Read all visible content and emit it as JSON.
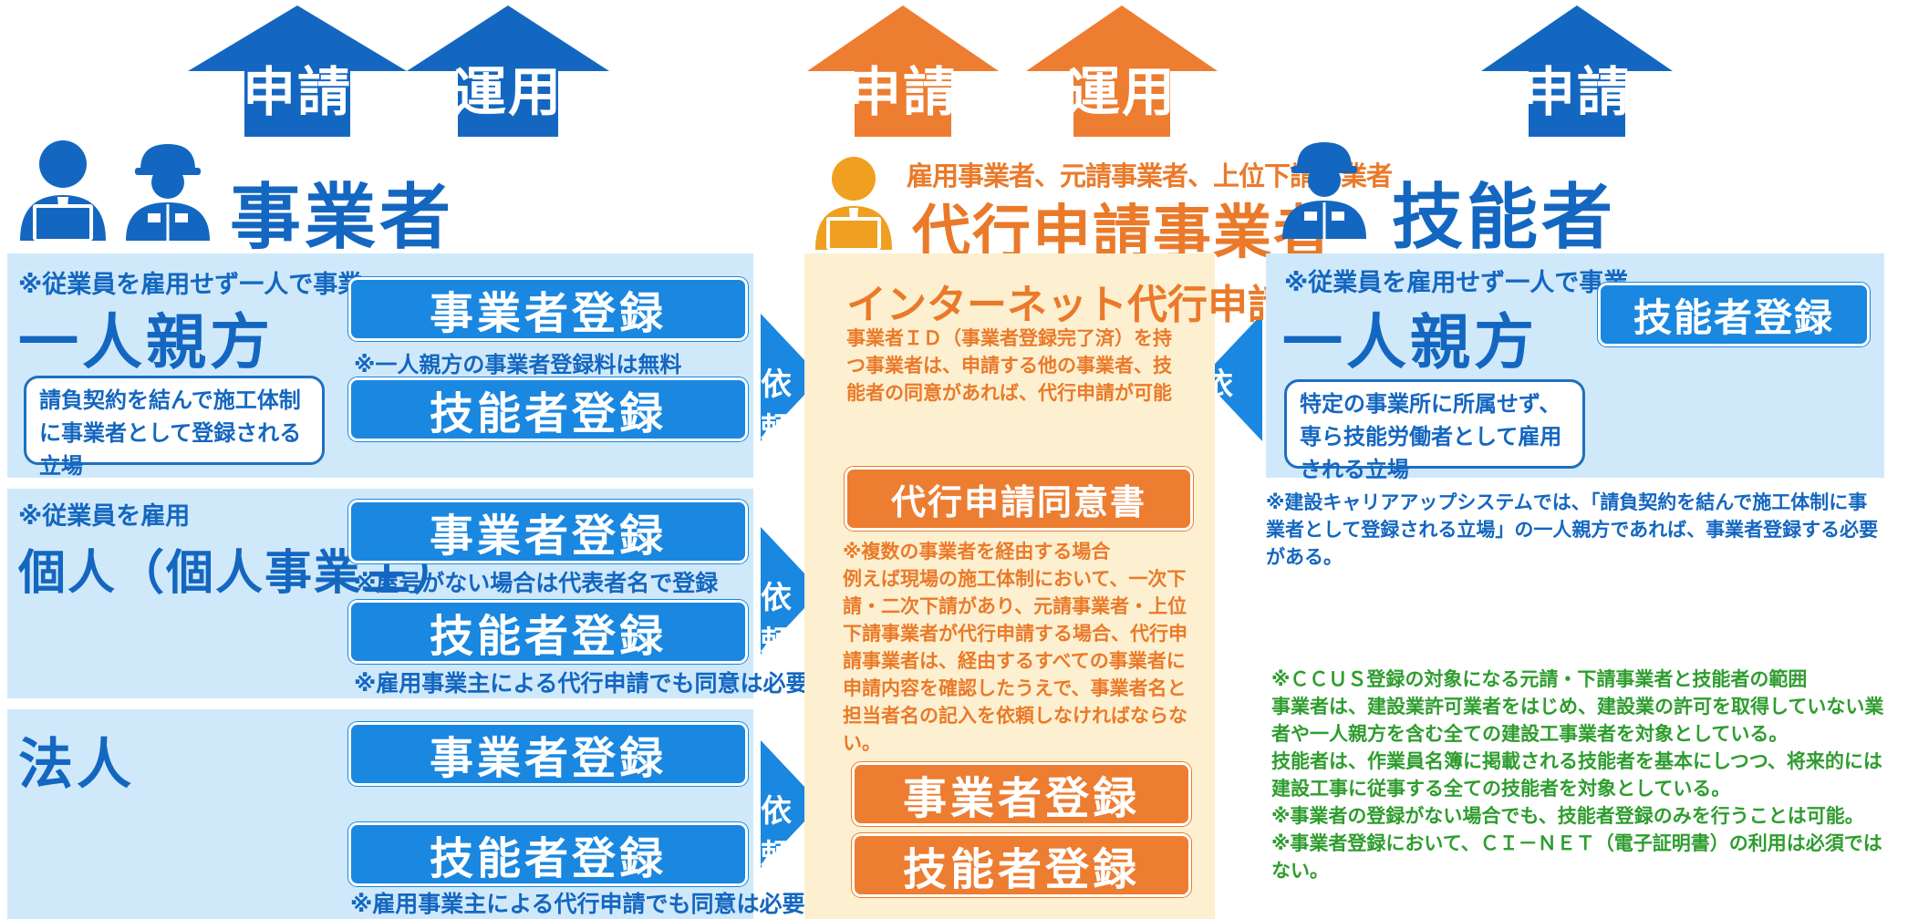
{
  "colors": {
    "blue": "#1467c0",
    "light_blue": "#cfe9fb",
    "orange": "#ed7d31",
    "cream": "#fdf0d0",
    "green": "#2e9d2e"
  },
  "arrows": {
    "left_apply": "申請",
    "left_operate": "運用",
    "center_apply": "申請",
    "center_operate": "運用",
    "right_apply": "申請"
  },
  "headers": {
    "business": "事業者",
    "agent_sub": "雇用事業者、元請事業者、上位下請事業者",
    "agent": "代行申請事業者",
    "worker": "技能者"
  },
  "left": {
    "row1": {
      "note": "※従業員を雇用せず一人で事業",
      "title": "一人親方",
      "role": "請負契約を結んで施工体制に事業者として登録される立場",
      "btn1": "事業者登録",
      "btn1_note": "※一人親方の事業者登録料は無料",
      "btn2": "技能者登録"
    },
    "row2": {
      "note": "※従業員を雇用",
      "title": "個人（個人事業主）",
      "btn1": "事業者登録",
      "btn1_note": "※屋号がない場合は代表者名で登録",
      "btn2": "技能者登録",
      "btn2_note": "※雇用事業主による代行申請でも同意は必要"
    },
    "row3": {
      "title": "法人",
      "btn1": "事業者登録",
      "btn2": "技能者登録",
      "btn2_note": "※雇用事業主による代行申請でも同意は必要"
    }
  },
  "request_label": "依頼",
  "center": {
    "internet_title": "インターネット代行申請",
    "internet_desc": "事業者ＩＤ（事業者登録完了済）を持つ事業者は、申請する他の事業者、技能者の同意があれば、代行申請が可能",
    "consent_btn": "代行申請同意書",
    "consent_desc": "※複数の事業者を経由する場合\n例えば現場の施工体制において、一次下請・二次下請があり、元請事業者・上位下請事業者が代行申請する場合、代行申請事業者は、経由するすべての事業者に申請内容を確認したうえで、事業者名と担当者名の記入を依頼しなければならない。",
    "btn1": "事業者登録",
    "btn2": "技能者登録"
  },
  "right": {
    "note": "※従業員を雇用せず一人で事業",
    "title": "一人親方",
    "btn": "技能者登録",
    "role": "特定の事業所に所属せず、専ら技能労働者として雇用される立場",
    "ccus_note": "※建設キャリアアップシステムでは、「請負契約を結んで施工体制に事業者として登録される立場」の一人親方であれば、事業者登録する必要がある。",
    "scope_lines": [
      "※ＣＣＵＳ登録の対象になる元請・下請事業者と技能者の範囲",
      "事業者は、建設業許可業者をはじめ、建設業の許可を取得していない業者や一人親方を含む全ての建設工事業者を対象としている。",
      "技能者は、作業員名簿に掲載される技能者を基本にしつつ、将来的には建設工事に従事する全ての技能者を対象としている。",
      "※事業者の登録がない場合でも、技能者登録のみを行うことは可能。",
      "※事業者登録において、ＣＩ－ＮＥＴ（電子証明書）の利用は必須ではない。"
    ]
  }
}
